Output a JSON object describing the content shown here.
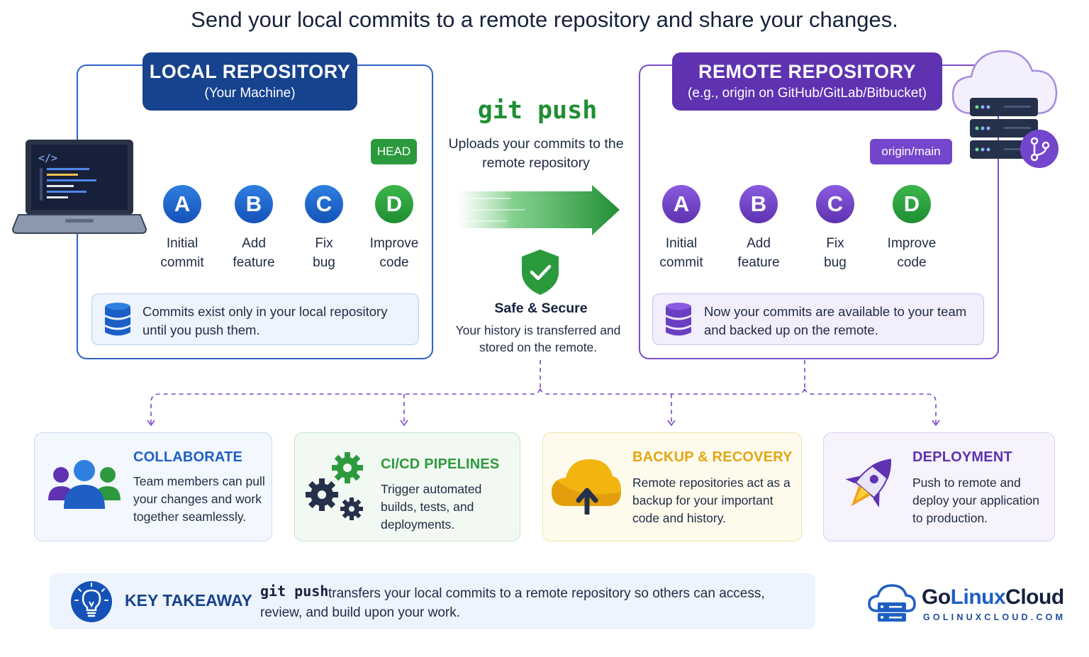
{
  "title": "Send your local commits to a remote repository and share your changes.",
  "local": {
    "header_title": "LOCAL REPOSITORY",
    "header_subtitle": "(Your Machine)",
    "head_tag": "HEAD",
    "commits": [
      {
        "letter": "A",
        "line1": "Initial",
        "line2": "commit"
      },
      {
        "letter": "B",
        "line1": "Add",
        "line2": "feature"
      },
      {
        "letter": "C",
        "line1": "Fix",
        "line2": "bug"
      },
      {
        "letter": "D",
        "line1": "Improve",
        "line2": "code"
      }
    ],
    "note": "Commits exist only in your local repository until you push them."
  },
  "center": {
    "command": "git push",
    "description": "Uploads your commits to the remote repository",
    "safe_title": "Safe & Secure",
    "safe_description": "Your history is transferred and stored on the remote."
  },
  "remote": {
    "header_title": "REMOTE REPOSITORY",
    "header_subtitle": "(e.g., origin on GitHub/GitLab/Bitbucket)",
    "branch_tag": "origin/main",
    "commits": [
      {
        "letter": "A",
        "line1": "Initial",
        "line2": "commit"
      },
      {
        "letter": "B",
        "line1": "Add",
        "line2": "feature"
      },
      {
        "letter": "C",
        "line1": "Fix",
        "line2": "bug"
      },
      {
        "letter": "D",
        "line1": "Improve",
        "line2": "code"
      }
    ],
    "note": "Now your commits are available to your team and backed up on the remote."
  },
  "benefits": [
    {
      "title": "COLLABORATE",
      "body": "Team members can pull your changes and work together seamlessly.",
      "color": "#1f5fc4",
      "icon": "team-icon"
    },
    {
      "title": "CI/CD PIPELINES",
      "body": "Trigger automated builds, tests, and deployments.",
      "color": "#2e9a3e",
      "icon": "gears-icon"
    },
    {
      "title": "BACKUP & RECOVERY",
      "body": "Remote repositories act as a backup for your important code and history.",
      "color": "#e3a612",
      "icon": "cloud-upload-icon"
    },
    {
      "title": "DEPLOYMENT",
      "body": "Push to remote and deploy your application to production.",
      "color": "#5e32b0",
      "icon": "rocket-icon"
    }
  ],
  "takeaway": {
    "label": "KEY TAKEAWAY",
    "command": "git push",
    "text": "transfers your local commits to a remote repository so others can access, review, and build upon your work."
  },
  "logo": {
    "name_part1": "Go",
    "name_part2": "Linux",
    "name_part3": "Cloud",
    "domain": "GOLINUXCLOUD.COM"
  },
  "colors": {
    "local_blue": "#16428e",
    "remote_purple": "#5e32b0",
    "push_green": "#1f8e33"
  }
}
